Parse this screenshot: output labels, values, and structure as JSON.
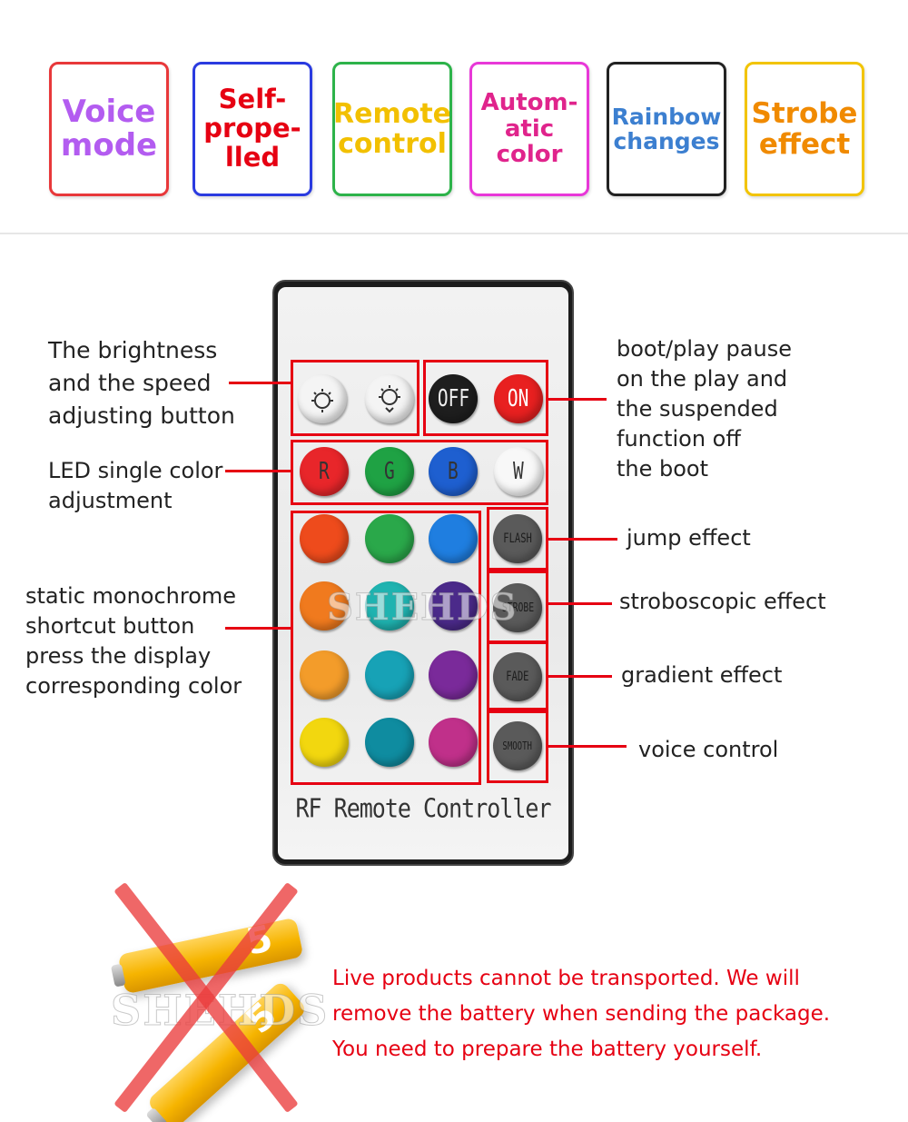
{
  "modes": [
    {
      "id": "voice",
      "label": "Voice\nmode",
      "color": "#b35cf0",
      "border": "#e8383a"
    },
    {
      "id": "self-propelled",
      "label": "Self-\nprope-\nlled",
      "color": "#e60012",
      "border": "#2a3be0"
    },
    {
      "id": "remote-control",
      "label": "Remote\ncontrol",
      "color": "#f2c000",
      "border": "#2db34a"
    },
    {
      "id": "automatic-color",
      "label": "Autom-\natic\ncolor",
      "color": "#e0248c",
      "border": "#e838d8"
    },
    {
      "id": "rainbow",
      "label": "Rainbow\nchanges",
      "color": "#3c7fd0",
      "border": "#222222"
    },
    {
      "id": "strobe",
      "label": "Strobe\neffect",
      "color": "#f08a00",
      "border": "#f2c400"
    }
  ],
  "remote": {
    "title": "RF Remote Controller",
    "buttons": {
      "off": "OFF",
      "on": "ON",
      "r": "R",
      "g": "G",
      "b": "B",
      "w": "W",
      "flash": "FLASH",
      "strobe": "STROBE",
      "fade": "FADE",
      "smooth": "SMOOTH"
    },
    "color_grid": [
      "#ee4b1c",
      "#2aa84a",
      "#1f7ee0",
      "#f07a1e",
      "#1fb3b0",
      "#4b2a8a",
      "#f39c2a",
      "#17a2b6",
      "#7a2a9a",
      "#f2d70f",
      "#0f8ca0",
      "#c0308a"
    ]
  },
  "labels": {
    "brightness": "The brightness\nand the speed\nadjusting button",
    "single_color": "LED single color\nadjustment",
    "static": "static monochrome\nshortcut button\npress the display\ncorresponding color",
    "boot": "boot/play pause\non the play and\nthe suspended\nfunction off\nthe boot",
    "jump": "jump effect",
    "stroboscopic": "stroboscopic effect",
    "gradient": "gradient effect",
    "voice": "voice control"
  },
  "watermark": "SHEHDS",
  "notice": [
    "Live products cannot be transported. We will",
    "remove the battery when sending the package.",
    "You need to prepare the battery yourself."
  ],
  "battery_number": "5",
  "accent": "#e60012"
}
